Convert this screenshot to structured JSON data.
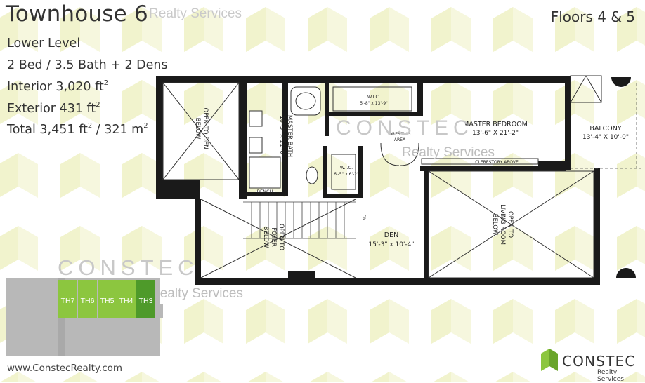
{
  "header": {
    "title": "Townhouse 6",
    "floors": "Floors 4 & 5"
  },
  "specs": {
    "level": "Lower Level",
    "beds_baths": "2 Bed / 3.5 Bath + 2 Dens",
    "interior_prefix": "Interior 3,020 ft",
    "exterior_prefix": "Exterior 431 ft",
    "total_prefix": "Total 3,451 ft",
    "total_metric_prefix": " / 321 m",
    "exponent": "2"
  },
  "watermarks": {
    "brand": "CONSTEC",
    "sub": "Realty Services"
  },
  "rooms": {
    "open_den": [
      "OPEN TO DEN",
      "BELOW"
    ],
    "master_bath": [
      "MASTER BATH",
      "16'-3\" X 11'-0\""
    ],
    "bench": "BENCH",
    "wic_top": [
      "W.I.C.",
      "5'-8\" x 13'-9\""
    ],
    "dressing": [
      "DRESSING",
      "AREA"
    ],
    "wic_small": [
      "W.I.C.",
      "6'-5\" x 6'-2\""
    ],
    "master_bedroom": [
      "MASTER BEDROOM",
      "13'-6\" X 21'-2\""
    ],
    "clerestory": "CLERESTORY ABOVE",
    "balcony": [
      "BALCONY",
      "13'-4\" X 10'-0\""
    ],
    "open_foyer": [
      "OPEN TO",
      "FOYER",
      "BELOW"
    ],
    "den": [
      "DEN",
      "15'-3\" x 10'-4\""
    ],
    "open_living": [
      "OPEN TO",
      "LIVING ROOM",
      "BELOW"
    ],
    "stair_dn": "DN"
  },
  "keyplan": {
    "units": [
      "TH7",
      "TH6",
      "TH5",
      "TH4",
      "TH3"
    ],
    "highlight_color": "#4e9a2a",
    "unit_color": "#8cc63f",
    "building_color": "#b8b8b8"
  },
  "footer": {
    "url": "www.ConstecRealty.com",
    "logo_name": "CONSTEC",
    "logo_sub": "Realty Services"
  },
  "colors": {
    "pattern": "#f2f4d2",
    "accent_green": "#8cc63f",
    "wall": "#1a1a1a"
  }
}
